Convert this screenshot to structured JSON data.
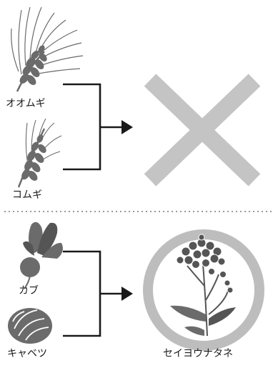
{
  "top_group": {
    "items": [
      {
        "label": "オオムギ",
        "icon": "barley-icon"
      },
      {
        "label": "コムギ",
        "icon": "wheat-icon"
      }
    ],
    "result_icon": "cross-icon"
  },
  "bottom_group": {
    "items": [
      {
        "label": "カブ",
        "icon": "turnip-icon"
      },
      {
        "label": "キャベツ",
        "icon": "cabbage-icon"
      }
    ],
    "result_label": "セイヨウナタネ",
    "result_icon": "rapeseed-flower-icon"
  },
  "colors": {
    "ink": "#1a1a1a",
    "icon_gray": "#6b6b6b",
    "cross_gray": "#c4c4c4",
    "ring_gray": "#bdbdbd",
    "divider": "#9a9a9a"
  }
}
